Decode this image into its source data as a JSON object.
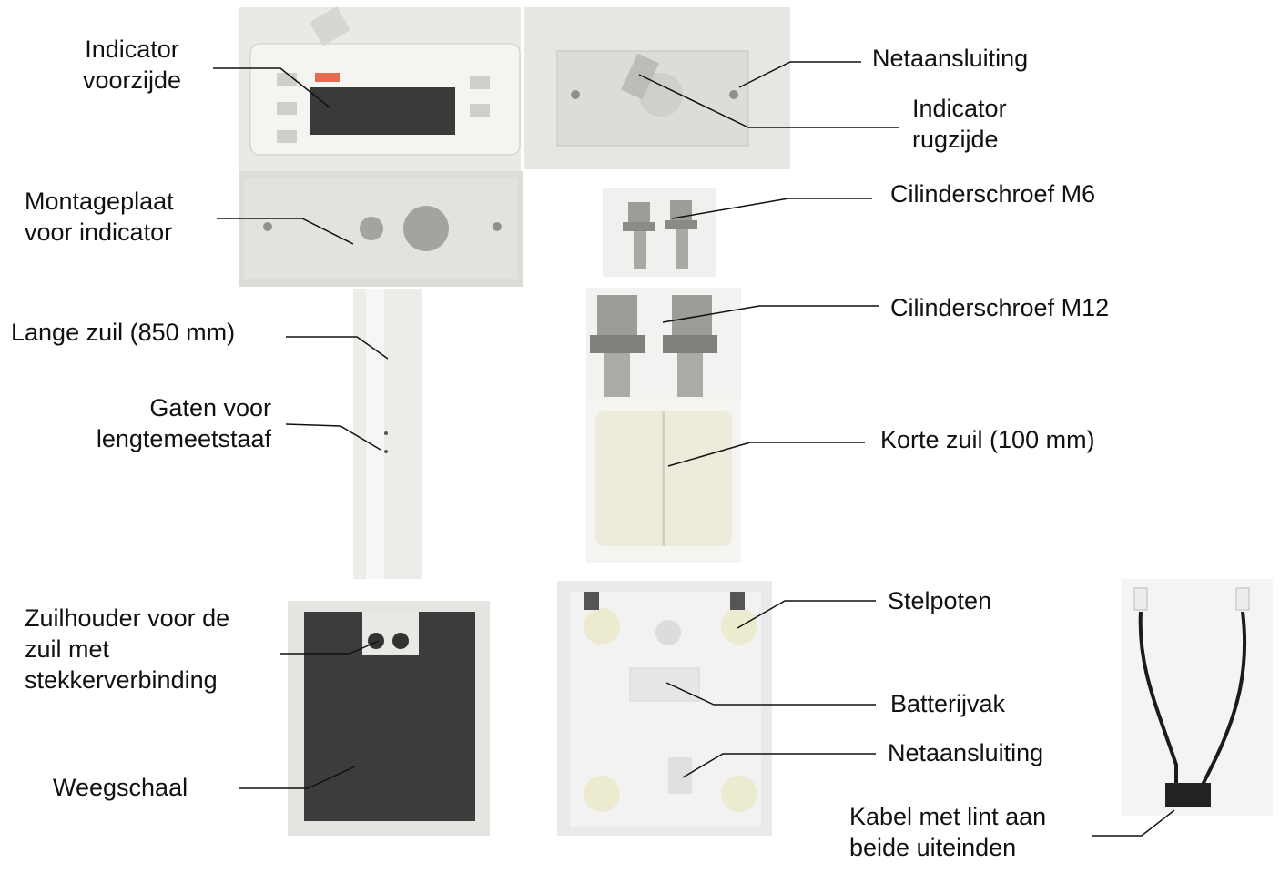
{
  "labels": {
    "indicator_front": [
      "Indicator",
      "voorzijde"
    ],
    "mounting_plate": [
      "Montageplaat",
      "voor indicator"
    ],
    "long_column": "Lange zuil (850 mm)",
    "holes": [
      "Gaten voor",
      "lengtemeetstaaf"
    ],
    "column_holder": [
      "Zuilhouder voor de",
      "zuil met",
      "stekkerverbinding"
    ],
    "scale": "Weegschaal",
    "mains_top": "Netaansluiting",
    "indicator_back": [
      "Indicator",
      "rugzijde"
    ],
    "screw_m6": "Cilinderschroef M6",
    "screw_m12": "Cilinderschroef M12",
    "short_column": "Korte zuil (100 mm)",
    "feet": "Stelpoten",
    "battery": "Batterijvak",
    "mains_bottom": "Netaansluiting",
    "cable": [
      "Kabel met lint aan",
      "beide uiteinden"
    ]
  },
  "colors": {
    "leader": "#111111",
    "panel": "#f2f2ee",
    "plate": "#d8d8d5",
    "display": "#3a3a3a",
    "platform": "#3c3c3c",
    "cream": "#ecebdc",
    "metal": "#9c9c98"
  }
}
